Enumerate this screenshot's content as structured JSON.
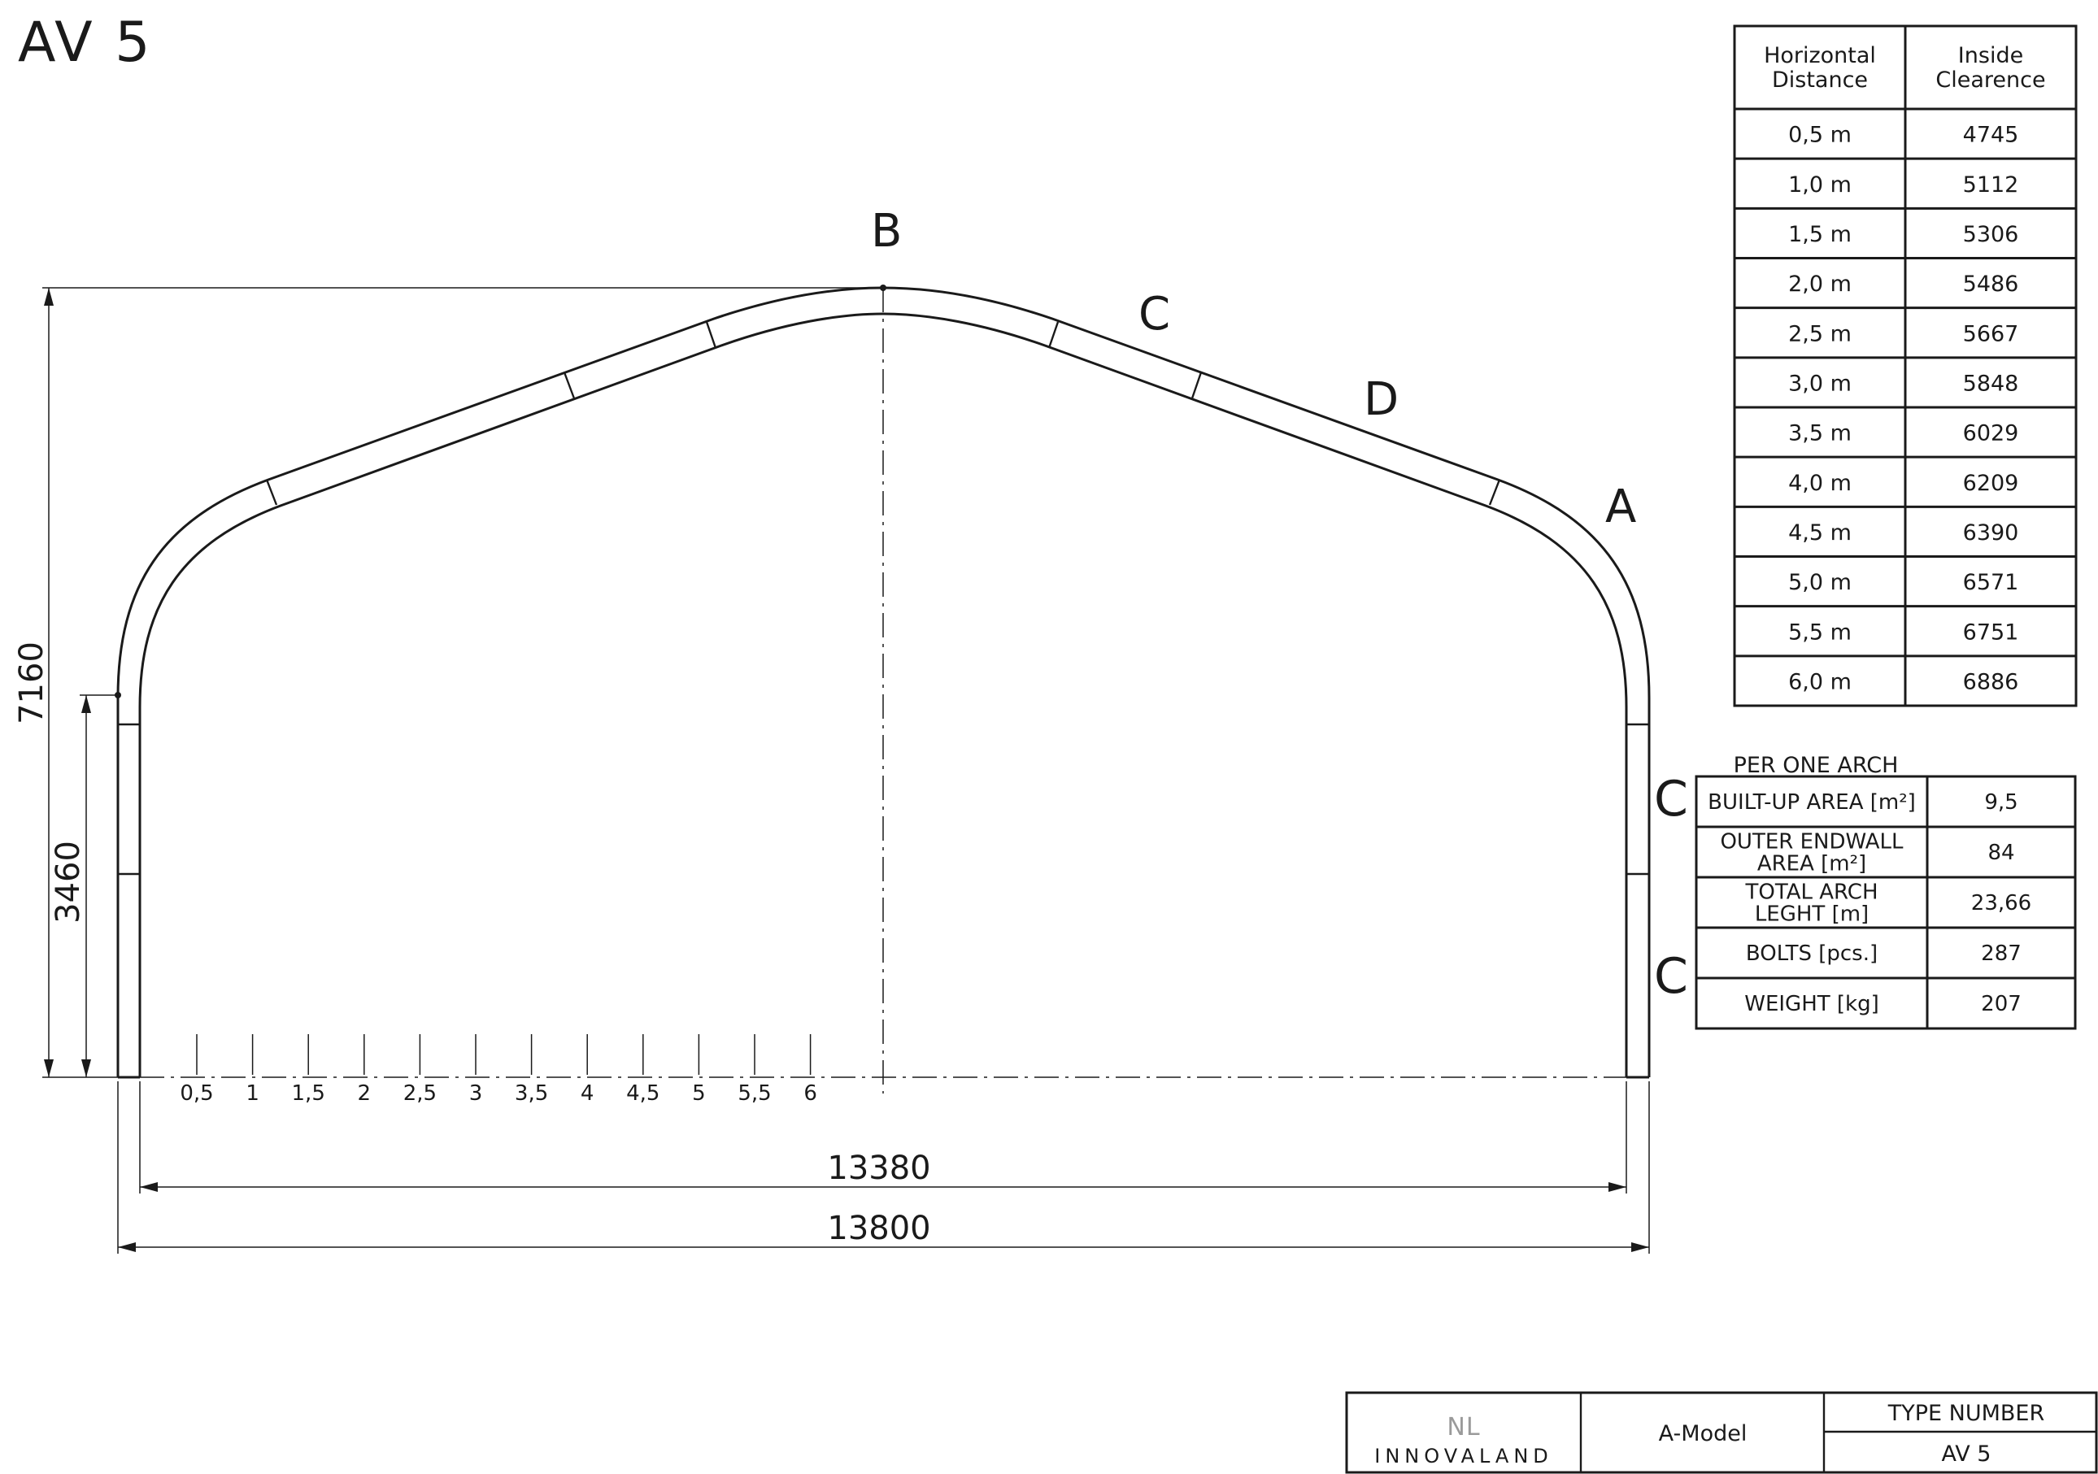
{
  "title": "AV 5",
  "arch": {
    "labels": {
      "top": "B",
      "upper_right": "C",
      "mid_right": "D",
      "corner_right": "A"
    },
    "dimensions": {
      "total_height": "7160",
      "side_height": "3460",
      "inner_width": "13380",
      "outer_width": "13800"
    },
    "scale_ticks": [
      "0,5",
      "1",
      "1,5",
      "2",
      "2,5",
      "3",
      "3,5",
      "4",
      "4,5",
      "5",
      "5,5",
      "6"
    ]
  },
  "clearance_table": {
    "headers": [
      "Horizontal\nDistance",
      "Inside\nClearence"
    ],
    "rows": [
      [
        "0,5 m",
        "4745"
      ],
      [
        "1,0 m",
        "5112"
      ],
      [
        "1,5 m",
        "5306"
      ],
      [
        "2,0 m",
        "5486"
      ],
      [
        "2,5 m",
        "5667"
      ],
      [
        "3,0 m",
        "5848"
      ],
      [
        "3,5 m",
        "6029"
      ],
      [
        "4,0 m",
        "6209"
      ],
      [
        "4,5 m",
        "6390"
      ],
      [
        "5,0 m",
        "6571"
      ],
      [
        "5,5 m",
        "6751"
      ],
      [
        "6,0 m",
        "6886"
      ]
    ]
  },
  "arch_table": {
    "caption": "PER ONE ARCH",
    "side_labels": [
      "C",
      "C"
    ],
    "rows": [
      [
        "BUILT-UP AREA [m²]",
        "9,5"
      ],
      [
        "OUTER ENDWALL\nAREA [m²]",
        "84"
      ],
      [
        "TOTAL ARCH\nLEGHT [m]",
        "23,66"
      ],
      [
        "BOLTS [pcs.]",
        "287"
      ],
      [
        "WEIGHT [kg]",
        "207"
      ]
    ]
  },
  "title_block": {
    "logo_mark": "NL",
    "logo_text": "INNOVALAND",
    "model": "A-Model",
    "type_label": "TYPE NUMBER",
    "type_value": "AV 5"
  }
}
